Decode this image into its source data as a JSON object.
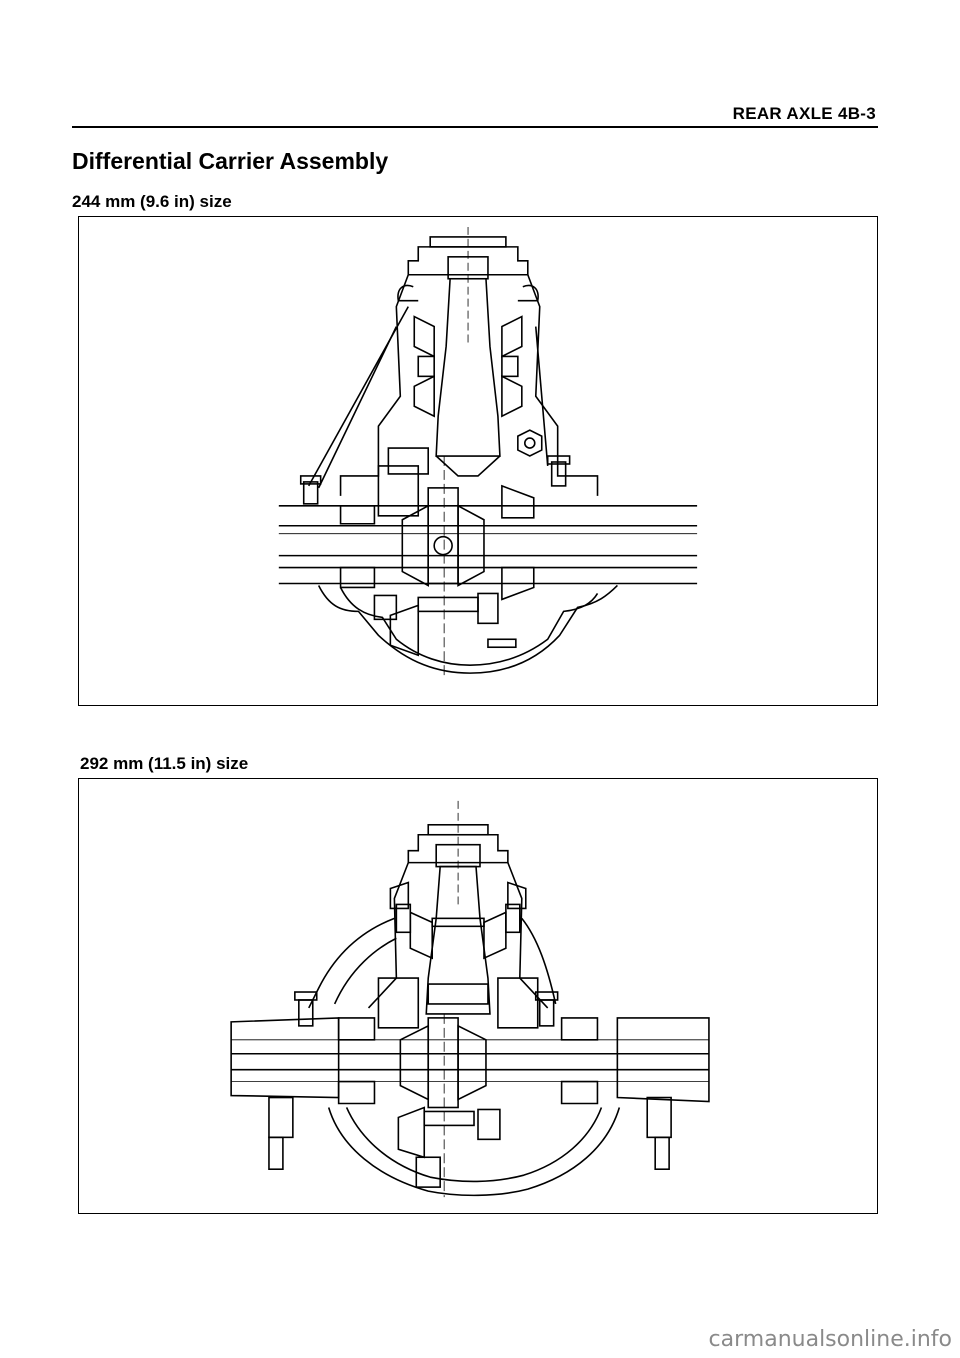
{
  "header": {
    "running_title": "REAR AXLE 4B-3"
  },
  "section": {
    "title": "Differential Carrier Assembly"
  },
  "figures": [
    {
      "label": "244 mm (9.6 in) size",
      "illustration": "differential-carrier-cross-section"
    },
    {
      "label": "292 mm (11.5 in) size",
      "illustration": "differential-carrier-cross-section"
    }
  ],
  "watermark": {
    "text": "carmanualsonline.info"
  }
}
